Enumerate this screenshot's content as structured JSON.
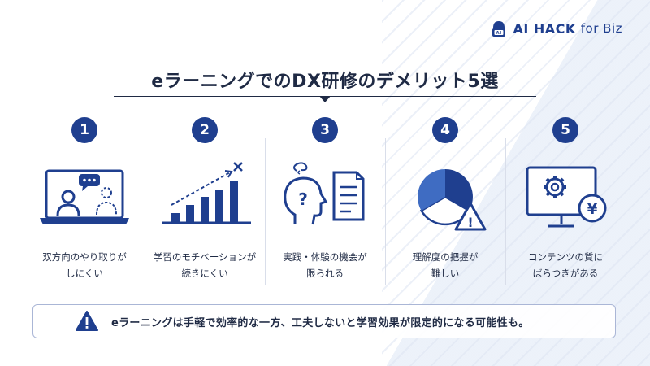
{
  "brand": {
    "logo_text": "AI HACK",
    "logo_suffix": "for Biz",
    "badge_text": "AI",
    "color": "#1f3f8f"
  },
  "title": "eラーニングでのDX研修のデメリット5選",
  "items": [
    {
      "number": "1",
      "icon": "video-call-icon",
      "label_lines": [
        "双方向のやり取りが",
        "しにくい"
      ]
    },
    {
      "number": "2",
      "icon": "declining-bar-chart-icon",
      "label_lines": [
        "学習のモチベーションが",
        "続きにくい"
      ]
    },
    {
      "number": "3",
      "icon": "confused-head-document-icon",
      "label_lines": [
        "実践・体験の機会が",
        "限られる"
      ]
    },
    {
      "number": "4",
      "icon": "pie-chart-warning-icon",
      "label_lines": [
        "理解度の把握が",
        "難しい"
      ]
    },
    {
      "number": "5",
      "icon": "monitor-gear-yen-icon",
      "label_lines": [
        "コンテンツの質に",
        "ばらつきがある"
      ]
    }
  ],
  "chart_symbols": {
    "question": "?",
    "yen": "¥",
    "warning": "!"
  },
  "note": {
    "text": "eラーニングは手軽で効率的な一方、工夫しないと学習効果が限定的になる可能性も。",
    "icon": "warning-icon"
  },
  "colors": {
    "primary": "#1f3f8f",
    "text": "#1f2a44",
    "border": "#aab6d6"
  }
}
